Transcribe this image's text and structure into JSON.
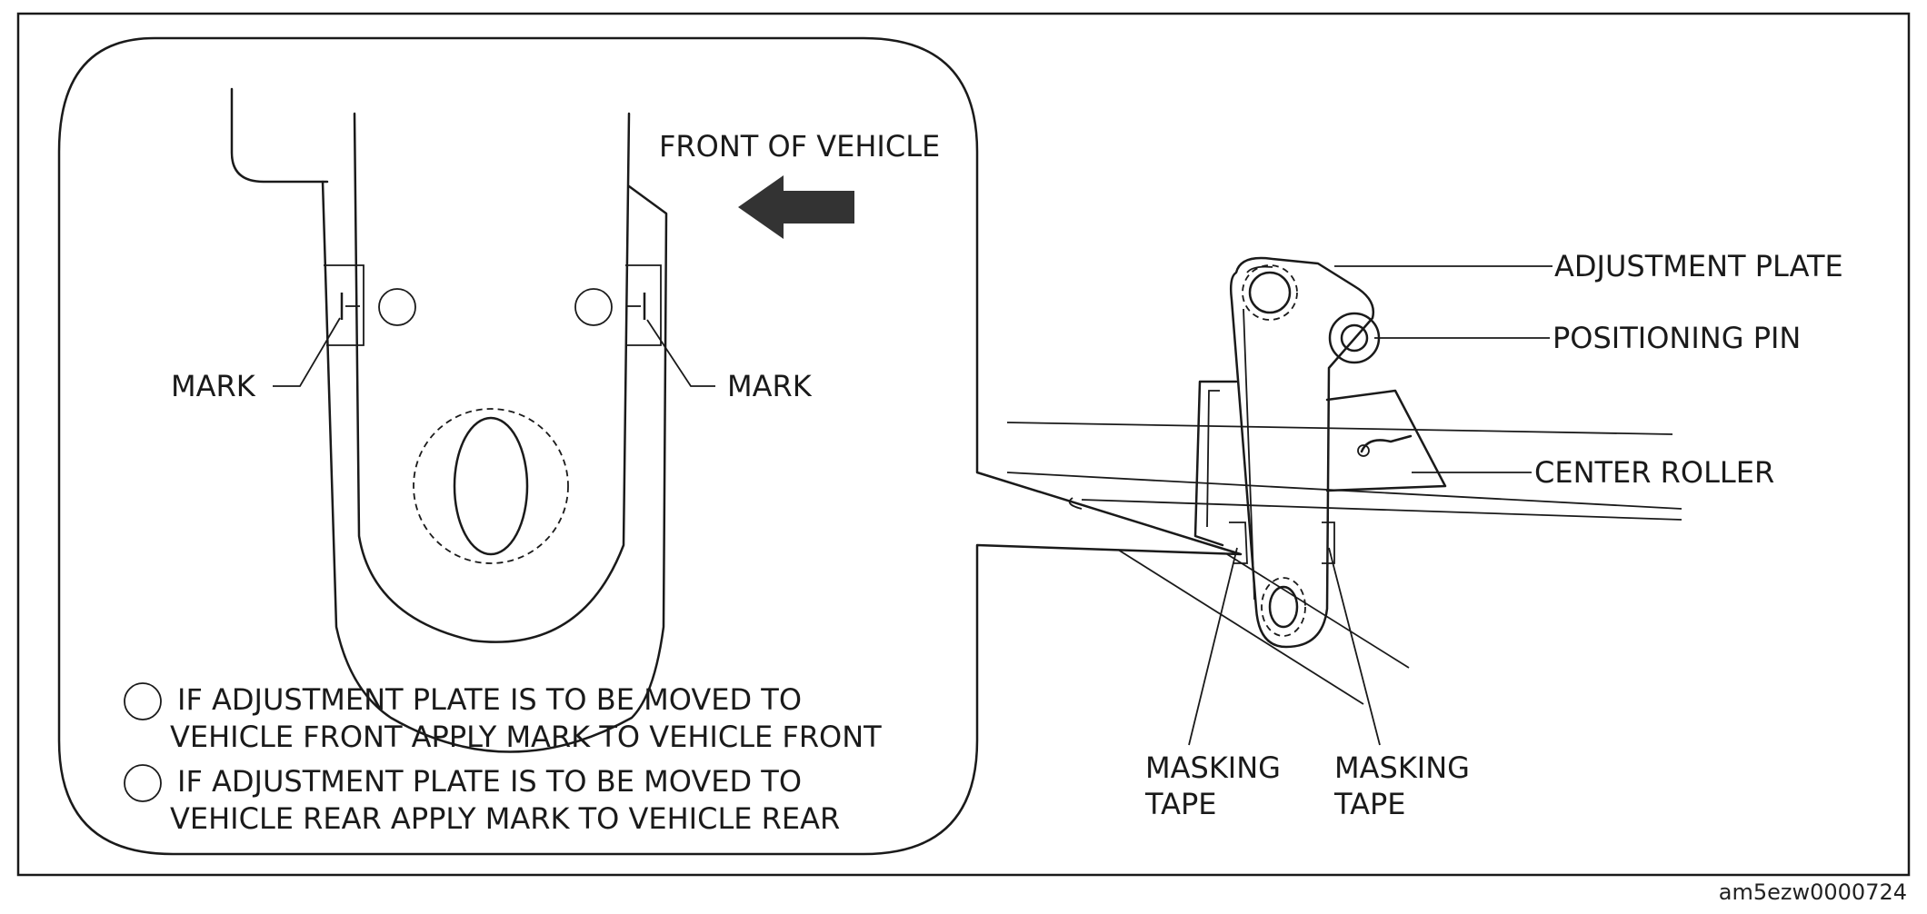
{
  "inset": {
    "direction_label": "FRONT OF VEHICLE",
    "mark_left_label": "MARK",
    "mark_right_label": "MARK",
    "notes": [
      {
        "line1": "IF ADJUSTMENT PLATE IS TO BE MOVED TO",
        "line2": "VEHICLE FRONT  APPLY MARK TO VEHICLE FRONT"
      },
      {
        "line1": "IF ADJUSTMENT PLATE IS TO BE MOVED TO",
        "line2": "VEHICLE REAR  APPLY MARK TO VEHICLE REAR"
      }
    ]
  },
  "callouts": {
    "adjustment_plate": "ADJUSTMENT PLATE",
    "positioning_pin": "POSITIONING PIN",
    "center_roller": "CENTER ROLLER",
    "masking_tape_left": {
      "line1": "MASKING",
      "line2": "TAPE"
    },
    "masking_tape_right": {
      "line1": "MASKING",
      "line2": "TAPE"
    }
  },
  "figure_code": "am5ezw0000724"
}
